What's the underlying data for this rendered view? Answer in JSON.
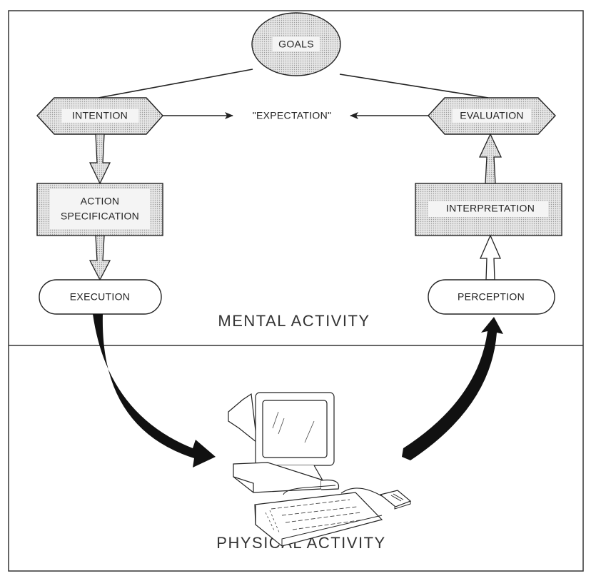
{
  "nodes": {
    "goals": "GOALS",
    "intention": "INTENTION",
    "expectation": "\"EXPECTATION\"",
    "evaluation": "EVALUATION",
    "action_specification_line1": "ACTION",
    "action_specification_line2": "SPECIFICATION",
    "interpretation": "INTERPRETATION",
    "execution": "EXECUTION",
    "perception": "PERCEPTION"
  },
  "regions": {
    "mental": "MENTAL ACTIVITY",
    "physical": "PHYSICAL ACTIVITY"
  },
  "colors": {
    "ink": "#222222",
    "stipple": "#d8d8d8"
  }
}
